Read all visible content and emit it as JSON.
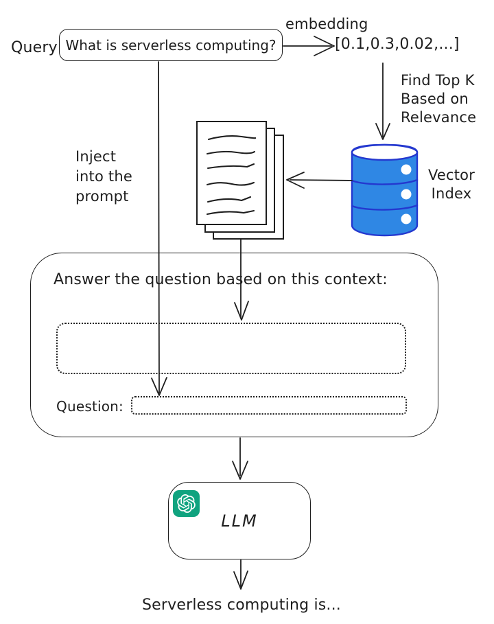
{
  "colors": {
    "ink": "#1e1e1e",
    "database_fill": "#2f87e4",
    "database_stroke": "#2438cf",
    "openai_green": "#10a37f"
  },
  "labels": {
    "query": "Query",
    "query_text": "What is serverless computing?",
    "embedding": "embedding",
    "embedding_vector": "[0.1,0.3,0.02,...]",
    "find_top_k": "Find Top K\nBased on\nRelevance",
    "vector_index": "Vector\nIndex",
    "inject": "Inject\ninto the\nprompt",
    "prompt_instruction": "Answer the question based on this context:",
    "question": "Question:",
    "llm": "LLM",
    "output": "Serverless computing is..."
  }
}
